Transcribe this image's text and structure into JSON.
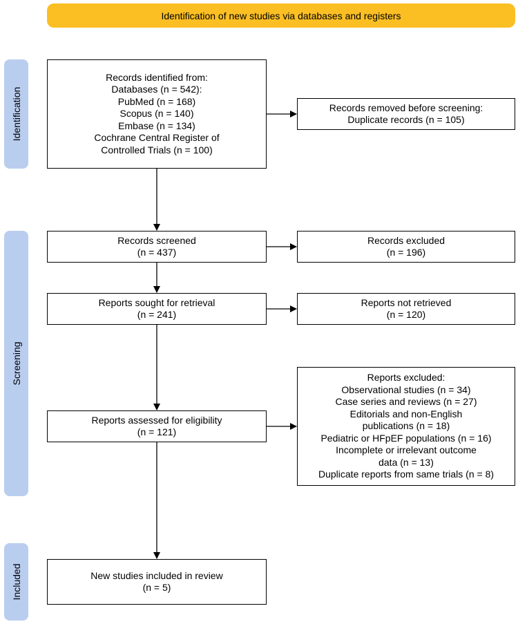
{
  "header": {
    "title": "Identification of new studies via databases and registers"
  },
  "stages": {
    "identification": "Identification",
    "screening": "Screening",
    "included": "Included"
  },
  "boxes": {
    "records_identified": [
      "Records identified from:",
      "Databases (n = 542):",
      "PubMed (n = 168)",
      "Scopus (n = 140)",
      "Embase (n = 134)",
      "Cochrane Central Register of",
      "Controlled Trials (n = 100)"
    ],
    "records_removed": [
      "Records removed before screening:",
      "Duplicate records (n = 105)"
    ],
    "records_screened": [
      "Records screened",
      "(n = 437)"
    ],
    "records_excluded": [
      "Records excluded",
      "(n = 196)"
    ],
    "reports_sought": [
      "Reports sought for retrieval",
      "(n = 241)"
    ],
    "reports_not_retrieved": [
      "Reports not retrieved",
      "(n = 120)"
    ],
    "reports_assessed": [
      "Reports assessed for eligibility",
      "(n = 121)"
    ],
    "reports_excluded": [
      "Reports excluded:",
      "Observational studies (n = 34)",
      "Case series and reviews (n = 27)",
      "Editorials and non-English",
      "publications (n = 18)",
      "Pediatric or HFpEF populations (n = 16)",
      "Incomplete or irrelevant outcome",
      "data (n = 13)",
      "Duplicate reports from same trials (n = 8)"
    ],
    "studies_included": [
      "New studies included in review",
      "(n = 5)"
    ]
  },
  "colors": {
    "header": "#fbbf24",
    "stage": "#b9cdef",
    "box_border": "#000000"
  }
}
